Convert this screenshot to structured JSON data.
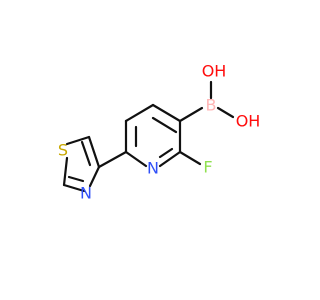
{
  "molecule": {
    "atoms": {
      "oh_top": "OH",
      "oh_right": "OH",
      "boron": "B",
      "fluorine": "F",
      "pyridine_n": "N",
      "thiazole_s": "S",
      "thiazole_n": "N"
    },
    "colors": {
      "bond": "#111111",
      "oxygen": "#ff0d0d",
      "boron": "#ffb5b5",
      "fluorine": "#90e050",
      "nitrogen": "#3050f8",
      "sulfur": "#c8a800"
    }
  }
}
